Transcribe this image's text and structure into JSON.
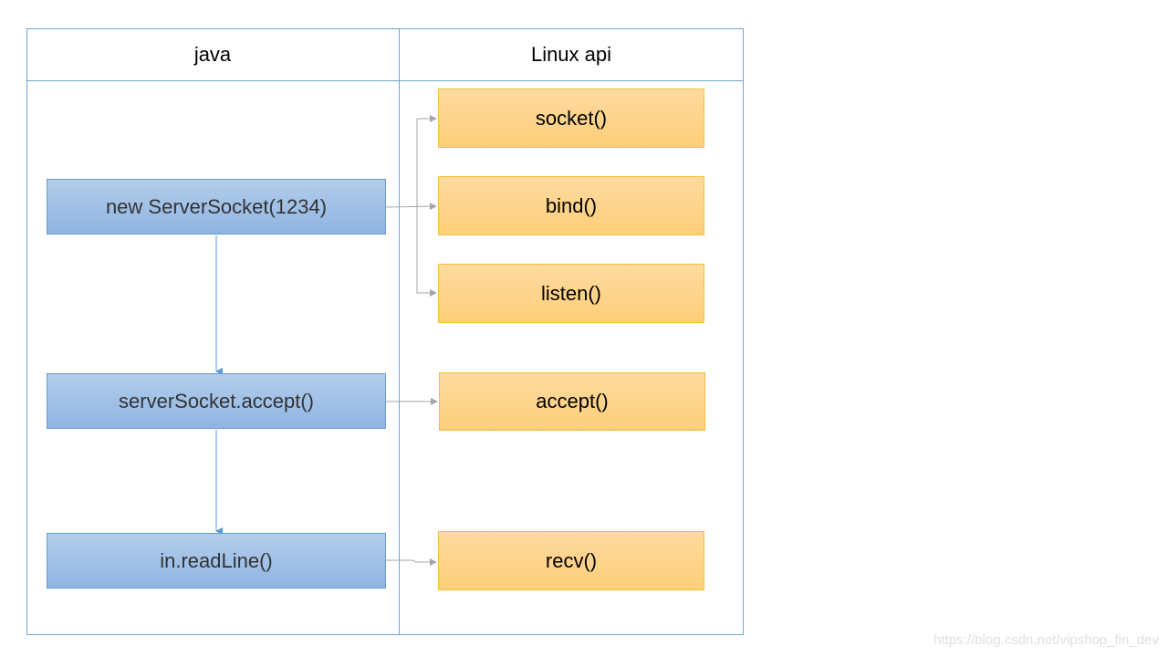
{
  "columns": {
    "java": "java",
    "linux": "Linux api"
  },
  "java_steps": {
    "server_socket": "new ServerSocket(1234)",
    "accept": "serverSocket.accept()",
    "read_line": "in.readLine()"
  },
  "linux_calls": {
    "socket": "socket()",
    "bind": "bind()",
    "listen": "listen()",
    "accept": "accept()",
    "recv": "recv()"
  },
  "watermark": "https://blog.csdn.net/vipshop_fin_dev",
  "colors": {
    "frame": "#6fa7c9",
    "java_fill": "#a3c2e8",
    "java_border": "#6b9bd2",
    "api_fill": "#fdd58c",
    "api_border": "#f2c13b",
    "flow_arrow": "#5b9bd5",
    "call_arrow": "#a6a6a6"
  }
}
